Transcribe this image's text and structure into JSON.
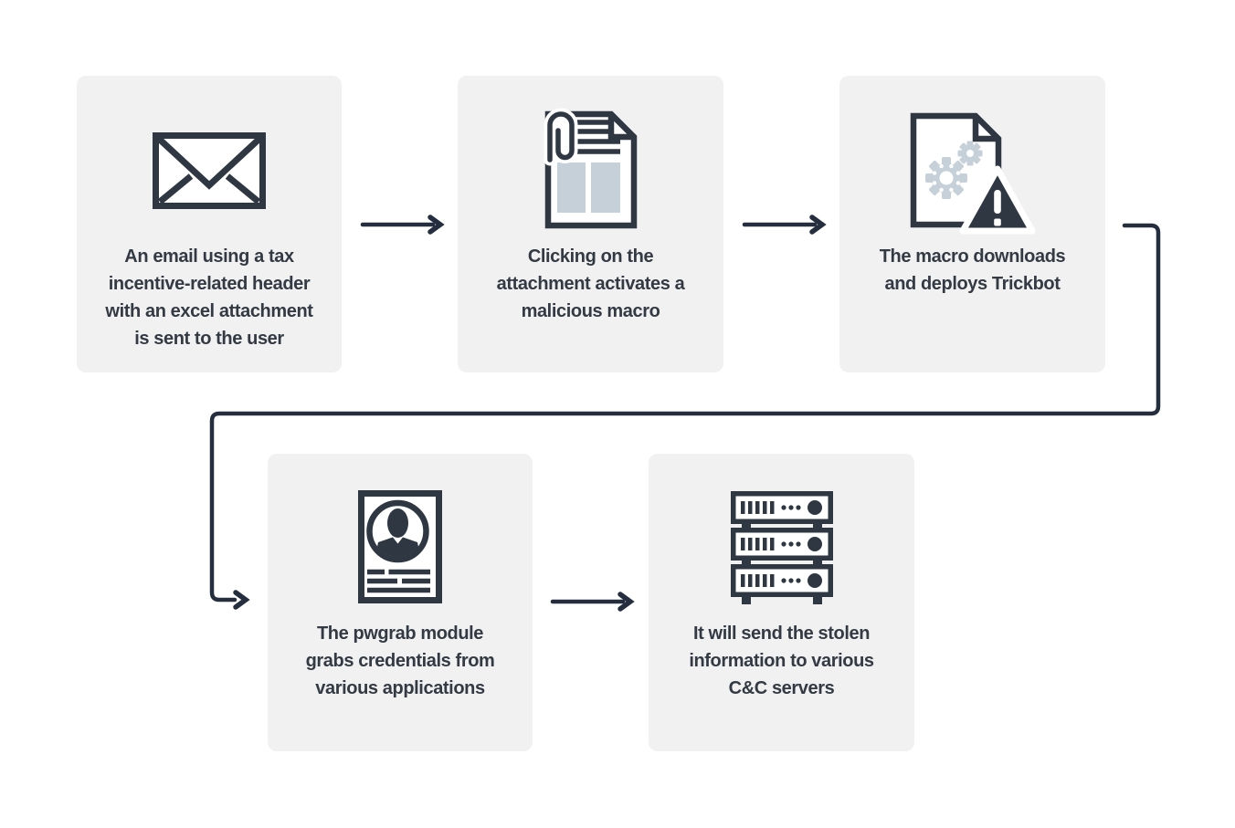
{
  "diagram": {
    "type": "flow",
    "subject": "Trickbot email infection chain",
    "colors": {
      "background": "#ffffff",
      "box_bg": "#f1f1f2",
      "ink": "#2e3742",
      "text": "#333a43",
      "line": "#242e3e",
      "accent": "#c6d0d8"
    },
    "steps": [
      {
        "id": "email",
        "icon": "envelope-icon",
        "text": "An email using a tax\nincentive-related header\nwith an excel attachment\nis sent to the user"
      },
      {
        "id": "attachment",
        "icon": "paperclip-document-icon",
        "text": "Clicking on the\nattachment activates a\nmalicious macro"
      },
      {
        "id": "macro",
        "icon": "document-gears-warning-icon",
        "text": "The macro downloads\nand deploys Trickbot"
      },
      {
        "id": "pwgrab",
        "icon": "id-card-icon",
        "text": "The pwgrab module\ngrabs credentials from\nvarious applications"
      },
      {
        "id": "cc-servers",
        "icon": "server-stack-icon",
        "text": "It will send the stolen\ninformation to various\nC&C servers"
      }
    ],
    "connections": [
      {
        "from": "email",
        "to": "attachment"
      },
      {
        "from": "attachment",
        "to": "macro"
      },
      {
        "from": "macro",
        "to": "pwgrab"
      },
      {
        "from": "pwgrab",
        "to": "cc-servers"
      }
    ]
  }
}
